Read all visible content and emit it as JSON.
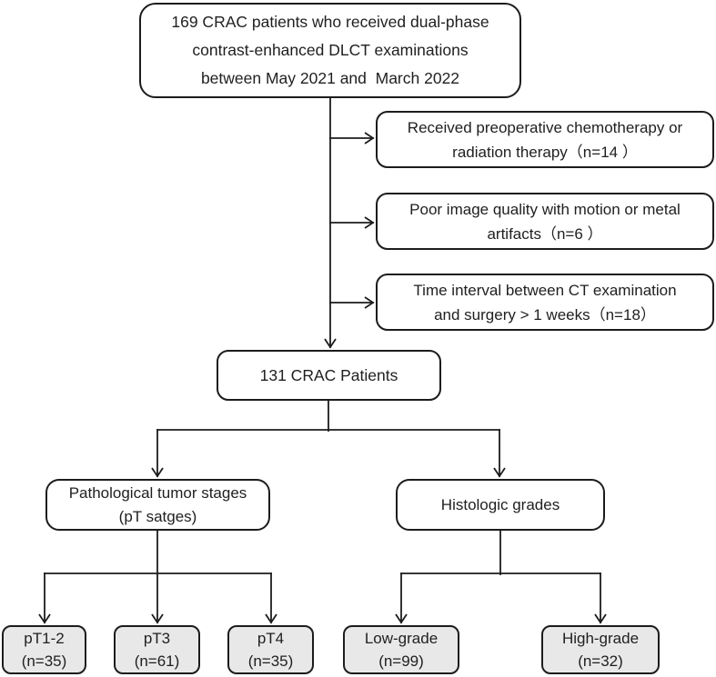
{
  "colors": {
    "line": "#1c1c1c",
    "box_border": "#1c1c1c",
    "box_fill": "#ffffff",
    "leaf_fill": "#e8e8e8",
    "text": "#1f1f1f"
  },
  "nodes": {
    "initial_cohort": {
      "line1": "169 CRAC patients who received dual-phase",
      "line2": "contrast-enhanced DLCT examinations",
      "line3": "between May 2021 and  March 2022"
    },
    "exclusion_chemo": {
      "line1": "Received preoperative chemotherapy or",
      "line2": "radiation therapy（n=14 ）"
    },
    "exclusion_artifacts": {
      "line1": "Poor image quality with motion or metal",
      "line2": "artifacts（n=6 ）"
    },
    "exclusion_interval": {
      "line1": "Time interval between CT examination",
      "line2": "and surgery > 1 weeks（n=18）"
    },
    "final_cohort": {
      "line1": "131 CRAC Patients"
    },
    "pt_stage_group": {
      "line1": "Pathological tumor stages",
      "line2": "(pT satges)"
    },
    "histologic_grade_group": {
      "line1": "Histologic grades"
    },
    "pt1_2": {
      "line1": "pT1-2",
      "line2": "(n=35)"
    },
    "pt3": {
      "line1": "pT3",
      "line2": "(n=61)"
    },
    "pt4": {
      "line1": "pT4",
      "line2": "(n=35)"
    },
    "low_grade": {
      "line1": "Low-grade",
      "line2": "(n=99)"
    },
    "high_grade": {
      "line1": "High-grade",
      "line2": "(n=32)"
    }
  }
}
